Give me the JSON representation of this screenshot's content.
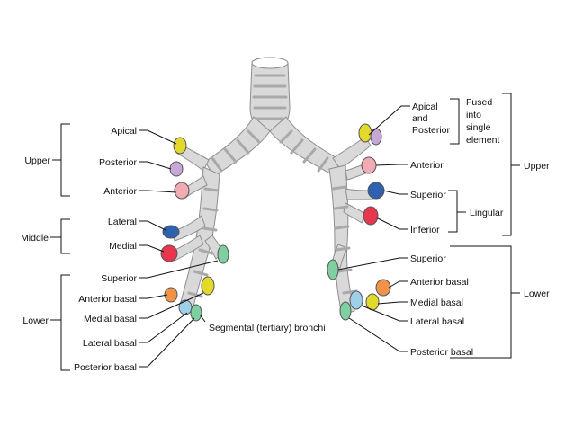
{
  "colors": {
    "yellow": "#e3d92a",
    "lavender": "#c7a6d8",
    "pink": "#f2aab5",
    "blue": "#2e62b0",
    "red": "#e8364f",
    "green": "#7fcfa1",
    "orange": "#f3934a",
    "lightblue": "#9fd0ea",
    "tree": "#d9d9d9"
  },
  "left": {
    "groups": {
      "upper": "Upper",
      "middle": "Middle",
      "lower": "Lower"
    },
    "segments": {
      "apical": "Apical",
      "posterior": "Posterior",
      "anterior": "Anterior",
      "lateral": "Lateral",
      "medial": "Medial",
      "superior": "Superior",
      "anterior_basal": "Anterior basal",
      "medial_basal": "Medial basal",
      "lateral_basal": "Lateral basal",
      "posterior_basal": "Posterior basal"
    }
  },
  "right": {
    "groups": {
      "upper": "Upper",
      "lingular": "Lingular",
      "lower": "Lower"
    },
    "fused_note": [
      "Fused",
      "into",
      "single",
      "element"
    ],
    "segments": {
      "apical_posterior": [
        "Apical",
        "and",
        "Posterior"
      ],
      "anterior": "Anterior",
      "superior_ling": "Superior",
      "inferior": "Inferior",
      "superior": "Superior",
      "anterior_basal": "Anterior basal",
      "medial_basal": "Medial basal",
      "lateral_basal": "Lateral basal",
      "posterior_basal": "Posterior basal"
    }
  },
  "center_label": "Segmental (tertiary) bronchi"
}
